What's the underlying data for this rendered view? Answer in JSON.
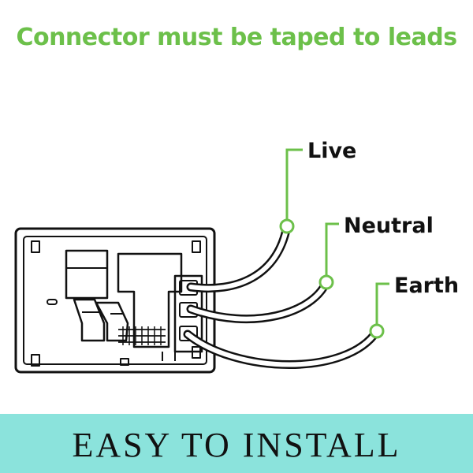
{
  "headline": "Connector must be taped to leads",
  "labels": {
    "live": "Live",
    "neutral": "Neutral",
    "earth": "Earth"
  },
  "banner": "EASY TO INSTALL",
  "colors": {
    "accent_green": "#6cc04a",
    "banner_bg": "#8be3dc",
    "line": "#111111"
  }
}
